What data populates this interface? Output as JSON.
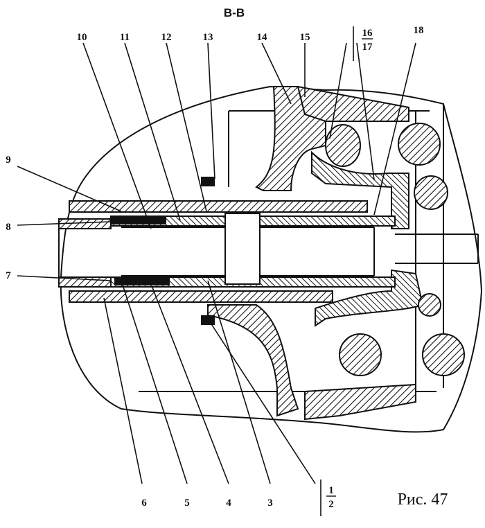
{
  "section_title": "В-В",
  "figure_caption": "Рис. 47",
  "callouts": [
    {
      "id": "1",
      "text": "1"
    },
    {
      "id": "2",
      "text": "2"
    },
    {
      "id": "3",
      "text": "3"
    },
    {
      "id": "4",
      "text": "4"
    },
    {
      "id": "5",
      "text": "5"
    },
    {
      "id": "6",
      "text": "6"
    },
    {
      "id": "7",
      "text": "7"
    },
    {
      "id": "8",
      "text": "8"
    },
    {
      "id": "9",
      "text": "9"
    },
    {
      "id": "10",
      "text": "10"
    },
    {
      "id": "11",
      "text": "11"
    },
    {
      "id": "12",
      "text": "12"
    },
    {
      "id": "13",
      "text": "13"
    },
    {
      "id": "14",
      "text": "14"
    },
    {
      "id": "15",
      "text": "15"
    },
    {
      "id": "16",
      "text": "16"
    },
    {
      "id": "17",
      "text": "17"
    },
    {
      "id": "18",
      "text": "18"
    }
  ],
  "colors": {
    "ink": "#111111",
    "paper": "#ffffff"
  }
}
